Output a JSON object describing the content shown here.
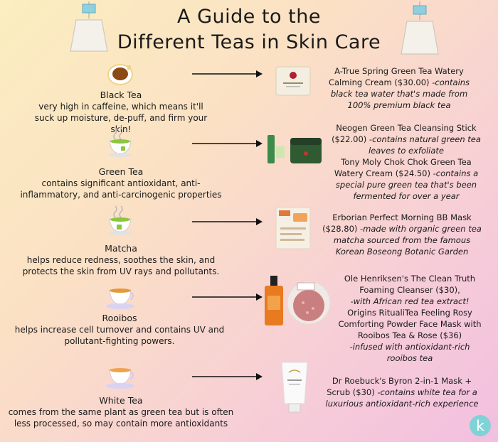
{
  "title_line1": "A Guide to the",
  "title_line2": "Different Teas in Skin Care",
  "teas": [
    {
      "name": "Black Tea",
      "description": "very high in caffeine, which means it'll suck up moisture, de-puff, and firm your skin!",
      "product_main": "A-True Spring Green Tea Watery Calming Cream ($30.00)",
      "product_note": " -contains black tea water that's made from 100% premium black tea"
    },
    {
      "name": "Green Tea",
      "description": "contains significant antioxidant, anti-inflammatory, and anti-carcinogenic properties",
      "product_main": "Neogen Green Tea Cleansing Stick ($22.00)",
      "product_note": " -contains natural green tea leaves to exfoliate",
      "product2_main": "Tony Moly Chok Chok Green Tea Watery Cream ($24.50)",
      "product2_note": " -contains a special pure green tea that's been fermented for over a year"
    },
    {
      "name": "Matcha",
      "description": "helps reduce redness, soothes the skin, and protects the skin from UV rays and pollutants.",
      "product_main": "Erborian Perfect Morning BB Mask ($28.80)",
      "product_note": " -made with organic green tea matcha sourced from the famous Korean Boseong Botanic Garden"
    },
    {
      "name": "Rooibos",
      "description": "helps increase cell turnover and contains UV and pollutant-fighting powers.",
      "product_main": "Ole Henriksen's The Clean Truth Foaming Cleanser ($30),",
      "product_note": "-with African red tea extract!",
      "product2_main": "Origins RitualiTea Feeling Rosy Comforting Powder Face Mask with Rooibos Tea & Rose ($36)",
      "product2_note": "-infused with antioxidant-rich rooibos tea"
    },
    {
      "name": "White Tea",
      "description": "comes from the same plant as green tea but is often less processed, so may contain more antioxidants",
      "product_main": "Dr Roebuck's Byron 2-in-1 Mask + Scrub ($30)",
      "product_note": " -contains white tea for a luxurious antioxidant-rich experience"
    }
  ],
  "logo_letter": "k",
  "colors": {
    "black_tea": "#8a4a12",
    "green_tea": "#8cc63f",
    "matcha": "#8cc63f",
    "rooibos": "#e59a3a",
    "white_tea": "#f0a34a",
    "cup": "#ffffff",
    "saucer": "#d9d3f2"
  },
  "icons": [
    "teabag-icon",
    "tea-cup-icon",
    "arrow-right-icon",
    "brand-logo-icon"
  ]
}
